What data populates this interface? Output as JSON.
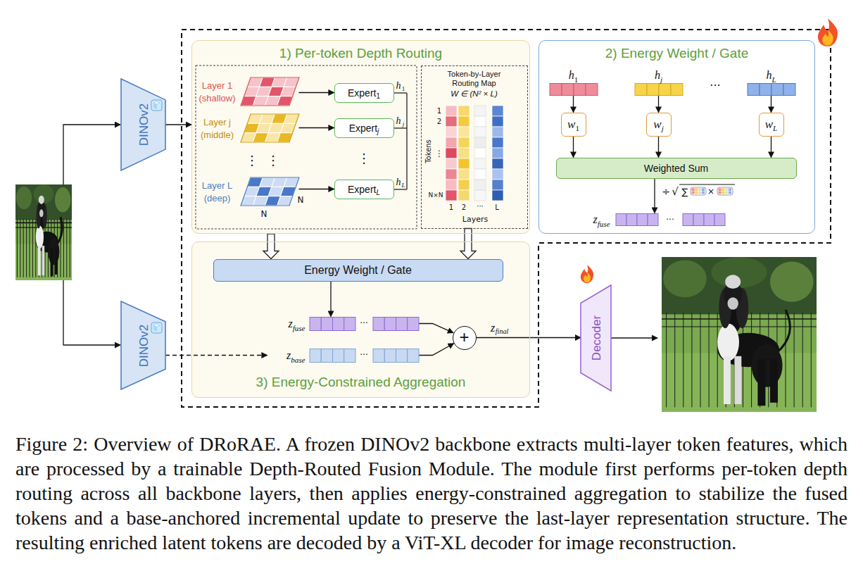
{
  "diagram": {
    "caption": "Figure 2: Overview of DRoRAE. A frozen DINOv2 backbone extracts multi-layer token features, which are processed by a trainable Depth-Routed Fusion Module. The module first performs per-token depth routing across all backbone layers, then applies energy-constrained aggregation to stabilize the fused tokens and a base-anchored incremental update to preserve the last-layer representation structure. The resulting enriched latent tokens are decoded by a ViT-XL decoder for image reconstruction.",
    "nodes": [
      {
        "text": [
          "DINOv2"
        ]
      },
      {
        "text": [
          "DINOv2"
        ]
      },
      {
        "text": [
          "1) Per-token Depth Routing"
        ]
      },
      {
        "text": [
          "Layer 1 (shallow)"
        ],
        "in": 2
      },
      {
        "text": [
          "Layer j (middle)"
        ],
        "in": 2
      },
      {
        "text": [
          "Layer L (deep)"
        ],
        "in": 2
      },
      {
        "text": [
          "Expert",
          "1"
        ],
        "in": 2
      },
      {
        "text": [
          "Expert",
          "j"
        ],
        "in": 2
      },
      {
        "text": [
          "Expert",
          "L"
        ],
        "in": 2
      },
      {
        "text": [
          "Token-by-Layer Routing Map",
          "W ∈ (N² × L)"
        ],
        "in": 2
      },
      {
        "text": [
          "2) Energy Weight / Gate"
        ]
      },
      {
        "text": [
          "h",
          "1"
        ],
        "in": 10
      },
      {
        "text": [
          "w",
          "1"
        ],
        "in": 10
      },
      {
        "text": [
          "h",
          "j"
        ],
        "in": 10
      },
      {
        "text": [
          "w",
          "j"
        ],
        "in": 10
      },
      {
        "text": [
          "h",
          "L"
        ],
        "in": 10
      },
      {
        "text": [
          "w",
          "L"
        ],
        "in": 10
      },
      {
        "text": [
          "Weighted Sum"
        ],
        "in": 10
      },
      {
        "text": [
          "z",
          "fuse"
        ],
        "in": 10
      },
      {
        "text": [
          "3) Energy-Constrained Aggregation"
        ]
      },
      {
        "text": [
          "Energy Weight / Gate"
        ],
        "in": 19
      },
      {
        "text": [
          "z",
          "fuse"
        ],
        "in": 19
      },
      {
        "text": [
          "z",
          "base"
        ],
        "in": 19
      },
      {
        "text": [
          "+"
        ],
        "in": 19
      },
      {
        "text": [
          "Decoder"
        ]
      }
    ],
    "edges": [
      {
        "from": 0,
        "to": 2,
        "arrow": "to"
      },
      {
        "from": 1,
        "to": 22,
        "arrow": "to"
      },
      {
        "from": 3,
        "to": 6,
        "arrow": "to"
      },
      {
        "from": 4,
        "to": 7,
        "arrow": "to"
      },
      {
        "from": 5,
        "to": 8,
        "arrow": "to"
      },
      {
        "from": 2,
        "to": 20,
        "arrow": "to"
      },
      {
        "from": 9,
        "to": 20,
        "arrow": "to"
      },
      {
        "from": 11,
        "to": 12,
        "arrow": "to"
      },
      {
        "from": 13,
        "to": 14,
        "arrow": "to"
      },
      {
        "from": 15,
        "to": 16,
        "arrow": "to"
      },
      {
        "from": 12,
        "to": 17,
        "arrow": "to"
      },
      {
        "from": 14,
        "to": 17,
        "arrow": "to"
      },
      {
        "from": 16,
        "to": 17,
        "arrow": "to"
      },
      {
        "from": 17,
        "to": 18,
        "arrow": "to"
      },
      {
        "from": 20,
        "to": 21,
        "arrow": "to"
      },
      {
        "from": 21,
        "to": 23,
        "arrow": "to"
      },
      {
        "from": 22,
        "to": 23,
        "arrow": "to"
      },
      {
        "from": 23,
        "to": 24,
        "arrow": "to"
      }
    ],
    "labels": [
      "N",
      "N",
      "⋮",
      "⋮",
      "⋮",
      "h",
      "1",
      "h",
      "j",
      "h",
      "L",
      "Tokens",
      "1",
      "2",
      "⋮",
      "N×N",
      "1",
      "2",
      "···",
      "L",
      "Layers",
      "···",
      "÷",
      "√",
      "∑",
      "×",
      "···",
      "···",
      "···",
      "z",
      "final"
    ]
  }
}
